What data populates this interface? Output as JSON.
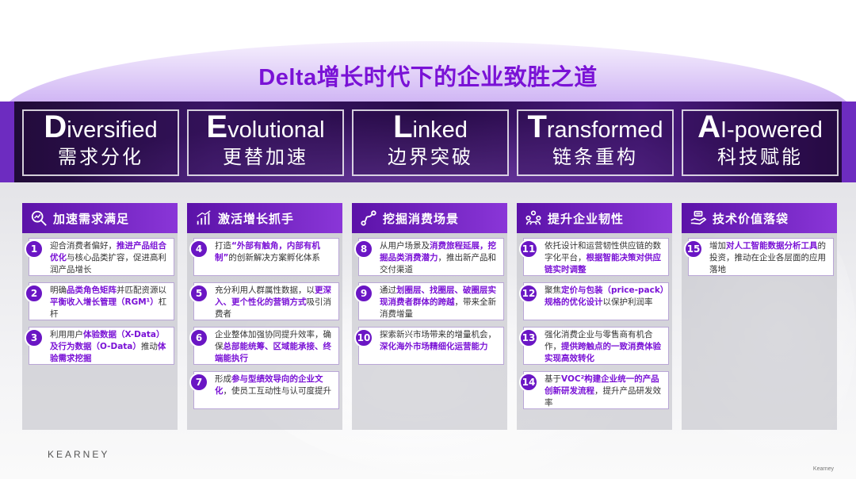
{
  "title": "Delta增长时代下的企业致胜之道",
  "pillars": [
    {
      "cap": "D",
      "rest": "iversified",
      "zh": "需求分化"
    },
    {
      "cap": "E",
      "rest": "volutional",
      "zh": "更替加速"
    },
    {
      "cap": "L",
      "rest": "inked",
      "zh": "边界突破"
    },
    {
      "cap": "T",
      "rest": "ransformed",
      "zh": "链条重构"
    },
    {
      "cap": "A",
      "rest": "I-powered",
      "zh": "科技赋能"
    }
  ],
  "columns": [
    {
      "header": "加速需求满足",
      "icon": "magnify-chart-icon",
      "items": [
        {
          "n": "1",
          "parts": [
            [
              "迎合消费者偏好，",
              false
            ],
            [
              "推进产品组合优化",
              true
            ],
            [
              "与核心品类扩容，促进高利润产品增长",
              false
            ]
          ]
        },
        {
          "n": "2",
          "parts": [
            [
              "明确",
              false
            ],
            [
              "品类角色矩阵",
              true
            ],
            [
              "并匹配资源以",
              false
            ],
            [
              "平衡收入增长管理（RGM¹）",
              true
            ],
            [
              "杠杆",
              false
            ]
          ]
        },
        {
          "n": "3",
          "parts": [
            [
              "利用用户",
              false
            ],
            [
              "体验数据（X-Data）及行为数据（O-Data）",
              true
            ],
            [
              "推动",
              false
            ],
            [
              "体验需求挖掘",
              true
            ]
          ]
        }
      ]
    },
    {
      "header": "激活增长抓手",
      "icon": "bar-growth-icon",
      "items": [
        {
          "n": "4",
          "parts": [
            [
              "打造",
              false
            ],
            [
              "“外部有触角，内部有机制”",
              true
            ],
            [
              "的创新解决方案孵化体系",
              false
            ]
          ]
        },
        {
          "n": "5",
          "parts": [
            [
              "充分利用人群属性数据，以",
              false
            ],
            [
              "更深入、更个性化的营销方式",
              true
            ],
            [
              "吸引消费者",
              false
            ]
          ]
        },
        {
          "n": "6",
          "parts": [
            [
              "企业整体加强协同提升效率，确保",
              false
            ],
            [
              "总部能统筹、区域能承接、终端能执行",
              true
            ]
          ]
        },
        {
          "n": "7",
          "parts": [
            [
              "形成",
              false
            ],
            [
              "参与型绩效导向的企业文化",
              true
            ],
            [
              "，使员工互动性与认可度提升",
              false
            ]
          ]
        }
      ]
    },
    {
      "header": "挖掘消费场景",
      "icon": "path-nodes-icon",
      "items": [
        {
          "n": "8",
          "parts": [
            [
              "从用户场景及",
              false
            ],
            [
              "消费旅程延展，挖掘品类消费潜力",
              true
            ],
            [
              "，推出新产品和交付渠道",
              false
            ]
          ]
        },
        {
          "n": "9",
          "parts": [
            [
              "通过",
              false
            ],
            [
              "划圈层、找圈层、破圈层实现消费者群体的跨越",
              true
            ],
            [
              "，带来全新消费增量",
              false
            ]
          ]
        },
        {
          "n": "10",
          "parts": [
            [
              "探索新兴市场带来的增量机会，",
              false
            ],
            [
              "深化海外市场精细化运营能力",
              true
            ]
          ]
        }
      ]
    },
    {
      "header": "提升企业韧性",
      "icon": "people-network-icon",
      "items": [
        {
          "n": "11",
          "parts": [
            [
              "依托设计和运营韧性供应链的数字化平台，",
              false
            ],
            [
              "根据智能决策对供应链实时调整",
              true
            ]
          ]
        },
        {
          "n": "12",
          "parts": [
            [
              "聚焦",
              false
            ],
            [
              "定价与包装（price-pack）规格的优化设计",
              true
            ],
            [
              "以保护利润率",
              false
            ]
          ]
        },
        {
          "n": "13",
          "parts": [
            [
              "强化消费企业与零售商有机合作，",
              false
            ],
            [
              "提供跨触点的一致消费体验实现高效转化",
              true
            ]
          ]
        },
        {
          "n": "14",
          "parts": [
            [
              "基于",
              false
            ],
            [
              "VOC²构建企业统一的产品创新研发流程",
              true
            ],
            [
              "，提升产品研发效率",
              false
            ]
          ]
        }
      ]
    },
    {
      "header": "技术价值落袋",
      "icon": "hand-coins-icon",
      "items": [
        {
          "n": "15",
          "parts": [
            [
              "增加",
              false
            ],
            [
              "对人工智能数据分析工具",
              true
            ],
            [
              "的投资，推动在企业各层面的应用落地",
              false
            ]
          ]
        }
      ]
    }
  ],
  "brand": "KEARNEY",
  "brand_small": "Kearney",
  "colors": {
    "accent": "#7a12d6",
    "header": "#6a16c4",
    "band": "#2a0d4c"
  }
}
